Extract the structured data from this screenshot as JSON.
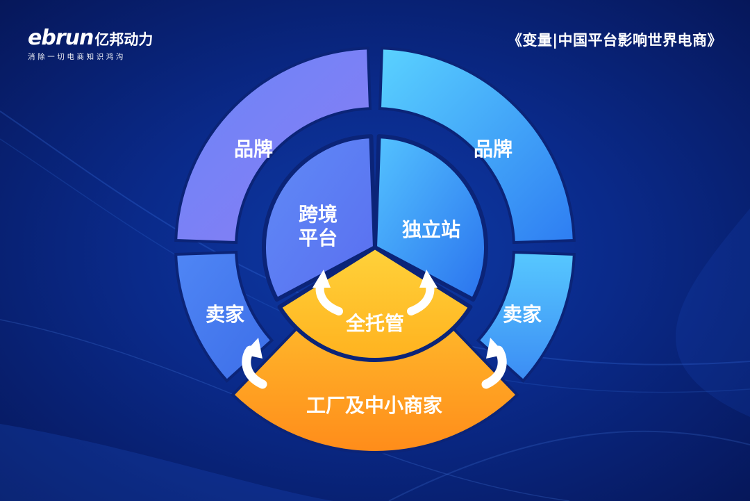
{
  "header": {
    "logo_word": "ebrun",
    "logo_cn": "亿邦动力",
    "slogan": "消除一切电商知识鸿沟",
    "series_title": "《变量|中国平台影响世界电商》"
  },
  "diagram": {
    "outer_ring": {
      "upper_left": "品牌",
      "upper_right": "品牌",
      "lower_left": "卖家",
      "lower_right": "卖家",
      "bottom": "工厂及中小商家"
    },
    "inner_circle": {
      "left_line1": "跨境",
      "left_line2": "平台",
      "right": "独立站",
      "bottom": "全托管"
    }
  }
}
